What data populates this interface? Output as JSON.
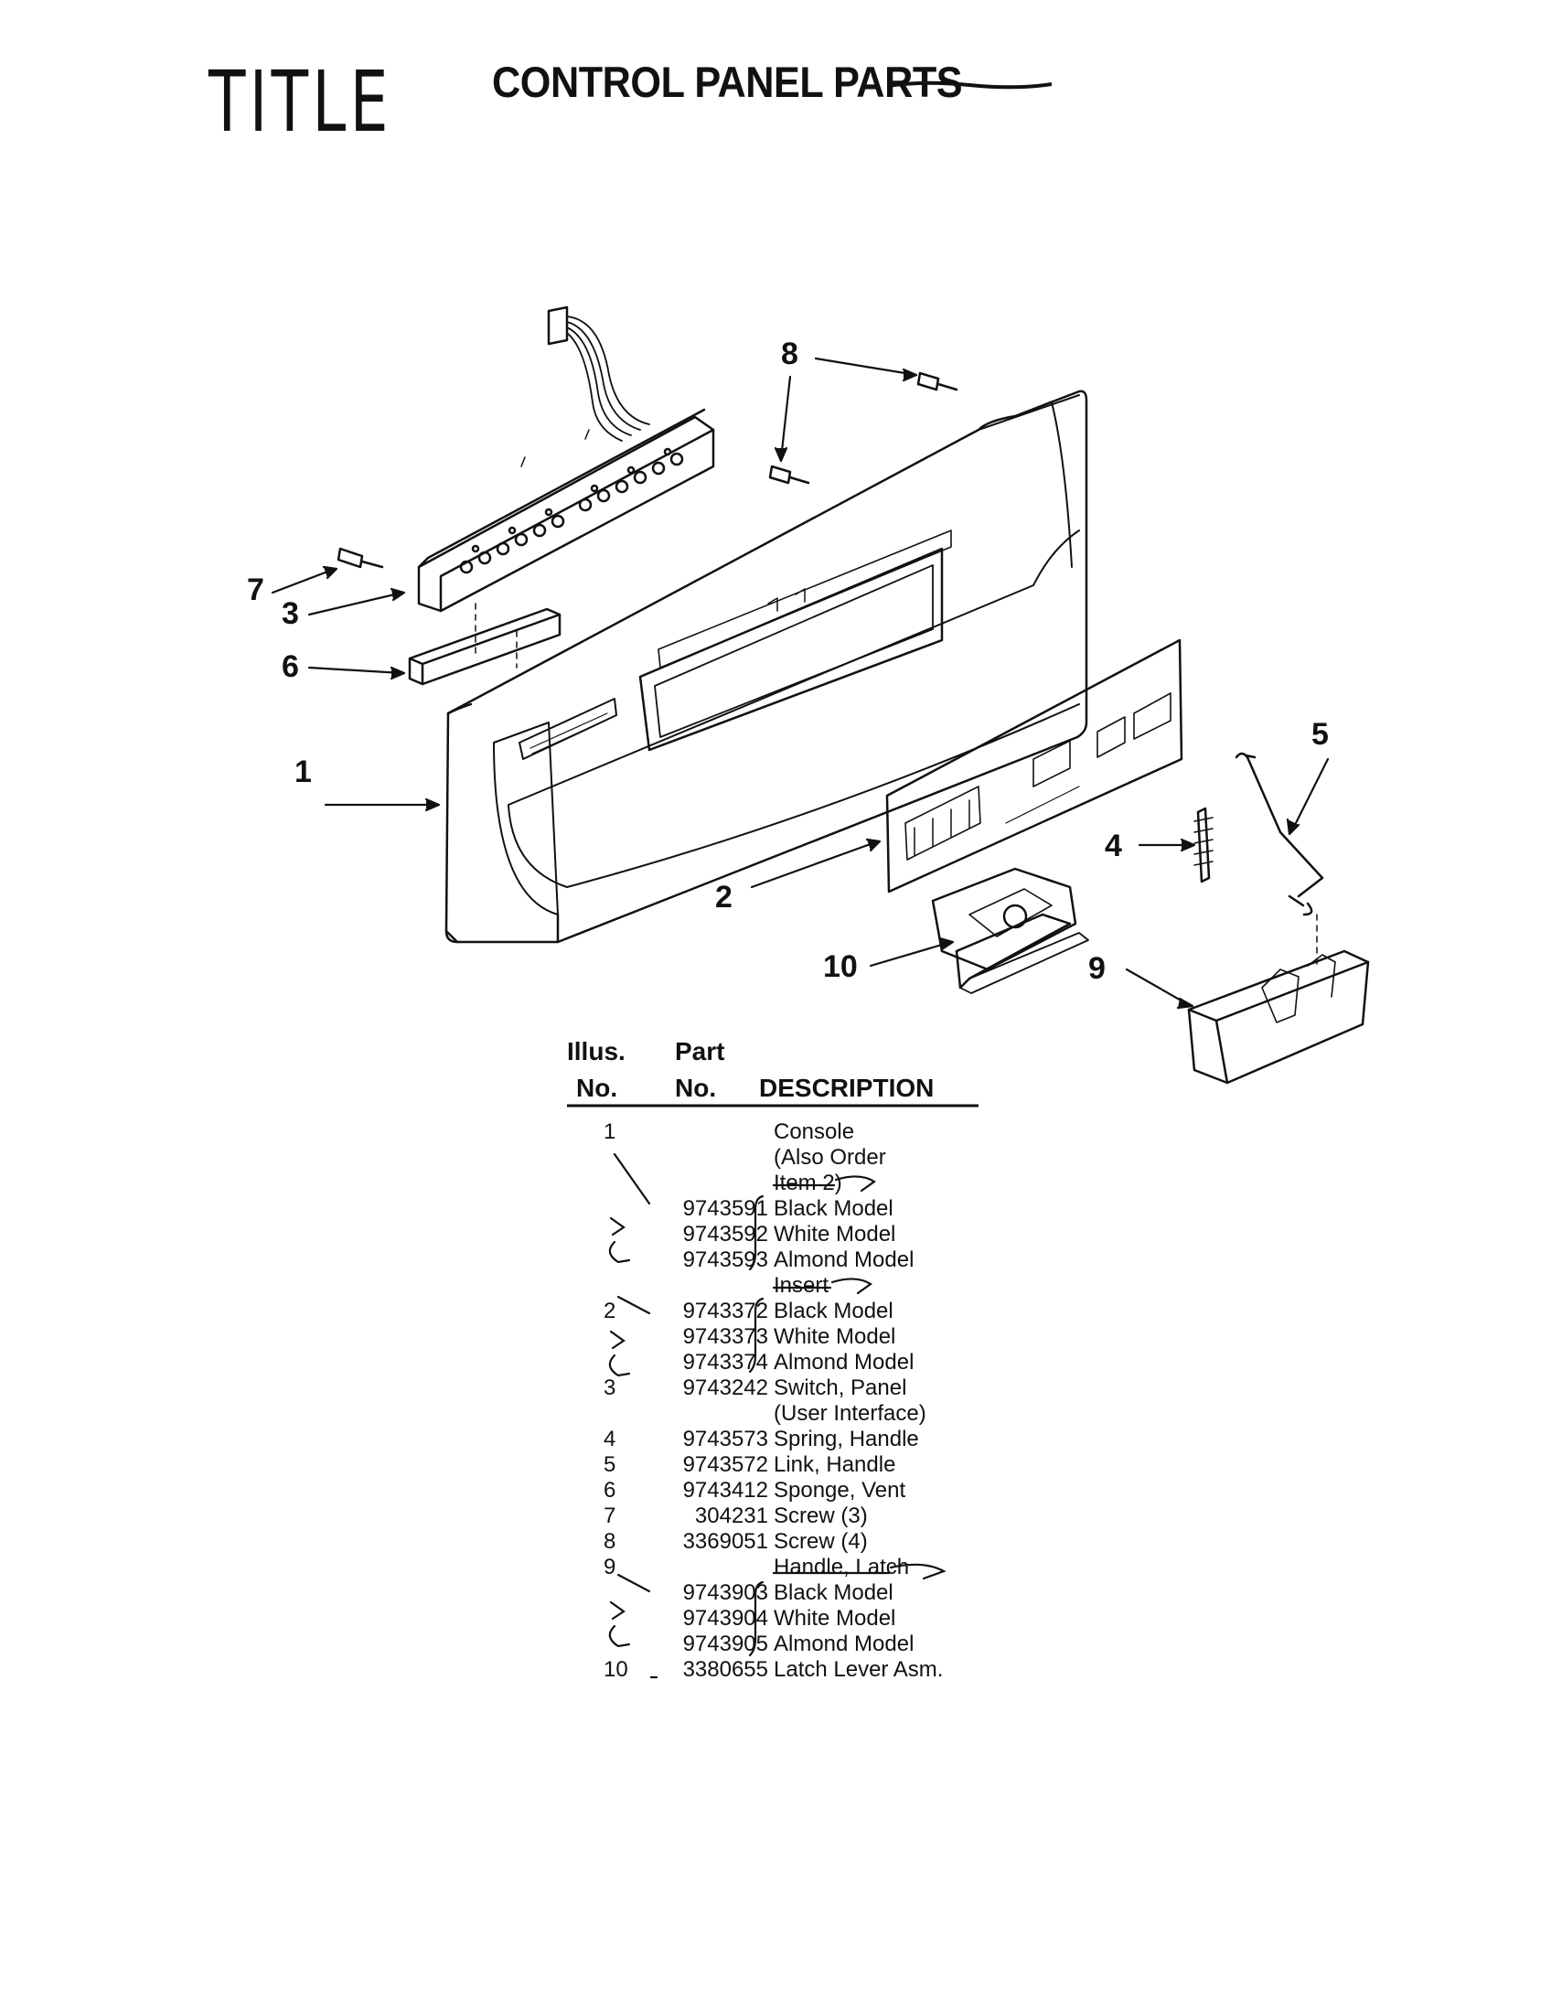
{
  "header": {
    "handwritten_note": "TITLE",
    "title": "CONTROL PANEL PARTS"
  },
  "diagram": {
    "callouts": [
      {
        "id": "1",
        "label": "1"
      },
      {
        "id": "2",
        "label": "2"
      },
      {
        "id": "3",
        "label": "3"
      },
      {
        "id": "4",
        "label": "4"
      },
      {
        "id": "5",
        "label": "5"
      },
      {
        "id": "6",
        "label": "6"
      },
      {
        "id": "7",
        "label": "7"
      },
      {
        "id": "8",
        "label": "8"
      },
      {
        "id": "9",
        "label": "9"
      },
      {
        "id": "10",
        "label": "10"
      }
    ]
  },
  "table": {
    "headers": {
      "illus_line1": "Illus.",
      "illus_line2": "No.",
      "part_line1": "Part",
      "part_line2": "No.",
      "description": "DESCRIPTION"
    },
    "rows": [
      {
        "illus": "1",
        "part": "",
        "desc": "Console"
      },
      {
        "illus": "",
        "part": "",
        "desc": "(Also Order"
      },
      {
        "illus": "",
        "part": "",
        "desc": "Item 2)"
      },
      {
        "illus": "",
        "part": "9743591",
        "desc": "Black Model"
      },
      {
        "illus": "",
        "part": "9743592",
        "desc": "White Model"
      },
      {
        "illus": "",
        "part": "9743593",
        "desc": "Almond Model"
      },
      {
        "illus": "",
        "part": "",
        "desc": "Insert"
      },
      {
        "illus": "2",
        "part": "9743372",
        "desc": "Black Model"
      },
      {
        "illus": "",
        "part": "9743373",
        "desc": "White Model"
      },
      {
        "illus": "",
        "part": "9743374",
        "desc": "Almond Model"
      },
      {
        "illus": "3",
        "part": "9743242",
        "desc": "Switch, Panel"
      },
      {
        "illus": "",
        "part": "",
        "desc": "(User Interface)"
      },
      {
        "illus": "4",
        "part": "9743573",
        "desc": "Spring, Handle"
      },
      {
        "illus": "5",
        "part": "9743572",
        "desc": "Link, Handle"
      },
      {
        "illus": "6",
        "part": "9743412",
        "desc": "Sponge, Vent"
      },
      {
        "illus": "7",
        "part": "304231",
        "desc": "Screw (3)"
      },
      {
        "illus": "8",
        "part": "3369051",
        "desc": "Screw (4)"
      },
      {
        "illus": "9",
        "part": "",
        "desc": "Handle, Latch"
      },
      {
        "illus": "",
        "part": "9743903",
        "desc": "Black Model"
      },
      {
        "illus": "",
        "part": "9743904",
        "desc": "White Model"
      },
      {
        "illus": "",
        "part": "9743905",
        "desc": "Almond Model"
      },
      {
        "illus": "10",
        "part": "3380655",
        "desc": "Latch Lever Asm."
      }
    ]
  }
}
